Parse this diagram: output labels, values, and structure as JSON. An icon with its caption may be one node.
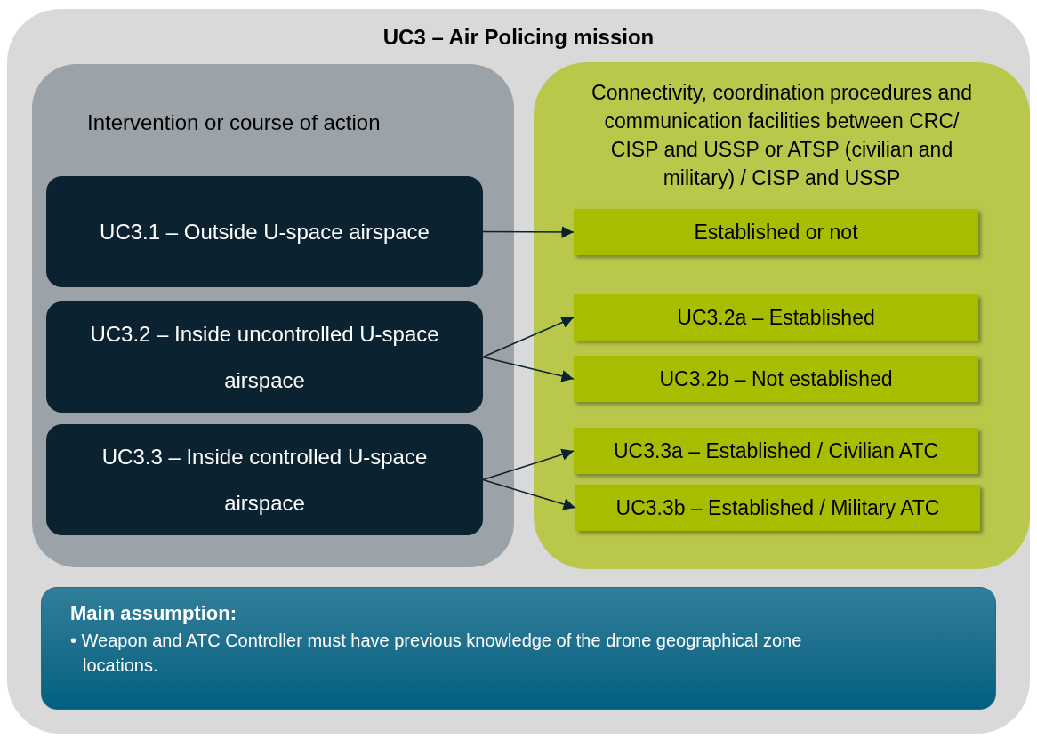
{
  "diagram": {
    "nodes": [
      {
        "text": [
          "UC3 – Air Policing mission"
        ]
      },
      {
        "text": [
          "Intervention or course of action"
        ],
        "in": 0
      },
      {
        "text": [
          "UC3.1 – Outside U-space airspace"
        ],
        "in": 1
      },
      {
        "text": [
          "UC3.2 – Inside uncontrolled U-space airspace"
        ],
        "in": 1
      },
      {
        "text": [
          "UC3.3 – Inside controlled U-space airspace"
        ],
        "in": 1
      },
      {
        "text": [
          "Connectivity, coordination procedures and communication facilities between CRC/ CISP and USSP or ATSP (civilian and military) / CISP and USSP"
        ],
        "in": 0
      },
      {
        "text": [
          "Established or not"
        ],
        "in": 5
      },
      {
        "text": [
          "UC3.2a – Established"
        ],
        "in": 5
      },
      {
        "text": [
          "UC3.2b – Not established"
        ],
        "in": 5
      },
      {
        "text": [
          "UC3.3a – Established / Civilian ATC"
        ],
        "in": 5
      },
      {
        "text": [
          "UC3.3b – Established / Military ATC"
        ],
        "in": 5
      },
      {
        "text": [
          "Main assumption:",
          "• Weapon and ATC Controller must have previous knowledge of the drone geographical zone locations."
        ],
        "in": 0
      }
    ],
    "edges": [
      {
        "from": 2,
        "to": 6,
        "arrow": "to"
      },
      {
        "from": 3,
        "to": 7,
        "arrow": "to"
      },
      {
        "from": 3,
        "to": 8,
        "arrow": "to"
      },
      {
        "from": 4,
        "to": 9,
        "arrow": "to"
      },
      {
        "from": 4,
        "to": 10,
        "arrow": "to"
      }
    ]
  }
}
